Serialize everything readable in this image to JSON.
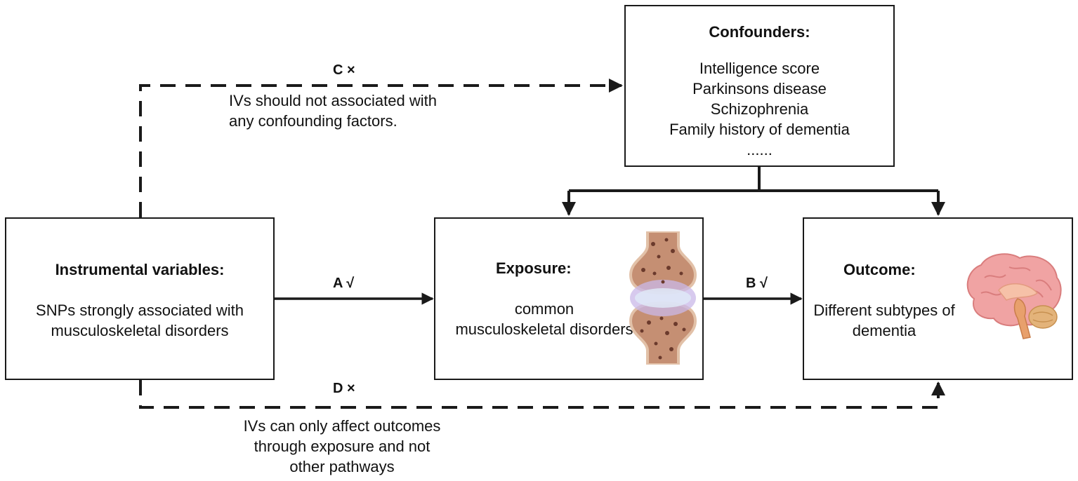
{
  "confounders": {
    "title": "Confounders:",
    "items": [
      "Intelligence score",
      "Parkinsons disease",
      "Schizophrenia",
      "Family history of dementia",
      "......"
    ]
  },
  "instrumental": {
    "title": "Instrumental variables:",
    "lines": [
      "SNPs strongly associated with",
      "musculoskeletal disorders"
    ]
  },
  "exposure": {
    "title": "Exposure:",
    "lines": [
      "common",
      "musculoskeletal disorders"
    ],
    "icon": "joint-icon"
  },
  "outcome": {
    "title": "Outcome:",
    "lines": [
      "Different subtypes of",
      "dementia"
    ],
    "icon": "brain-icon"
  },
  "paths": {
    "a_label": "A √",
    "b_label": "B √",
    "c_label": "C ×",
    "d_label": "D ×",
    "c_note": [
      "IVs should not associated with",
      "any confounding factors."
    ],
    "d_note": [
      "IVs can only affect outcomes",
      "through exposure and not",
      "other pathways"
    ]
  },
  "colors": {
    "line": "#1a1a1a",
    "bone": "#d9a98d",
    "cartilage": "#c9b8e8",
    "brain": "#f0a3a3"
  }
}
